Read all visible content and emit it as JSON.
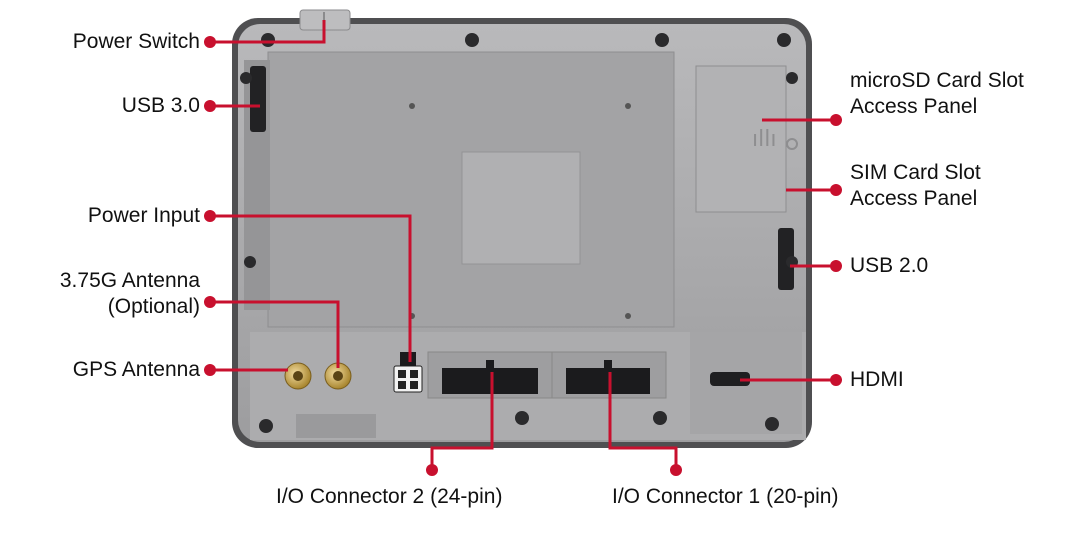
{
  "colors": {
    "callout": "#c8102e",
    "device_body": "#a9a9ab",
    "device_frame": "#5b5b5d",
    "text": "#111111"
  },
  "labels": {
    "power_switch": "Power Switch",
    "usb_30": "USB 3.0",
    "power_input": "Power Input",
    "antenna_375g_line1": "3.75G Antenna",
    "antenna_375g_line2": "(Optional)",
    "gps_antenna": "GPS Antenna",
    "microsd_line1": "microSD Card Slot",
    "microsd_line2": "Access Panel",
    "sim_line1": "SIM Card Slot",
    "sim_line2": "Access Panel",
    "usb_20": "USB 2.0",
    "hdmi": "HDMI",
    "io_connector_2": "I/O Connector 2 (24-pin)",
    "io_connector_1": "I/O Connector 1 (20-pin)"
  },
  "icons": [
    "device-back-panel",
    "sma-connector-icon",
    "callout-dot"
  ]
}
